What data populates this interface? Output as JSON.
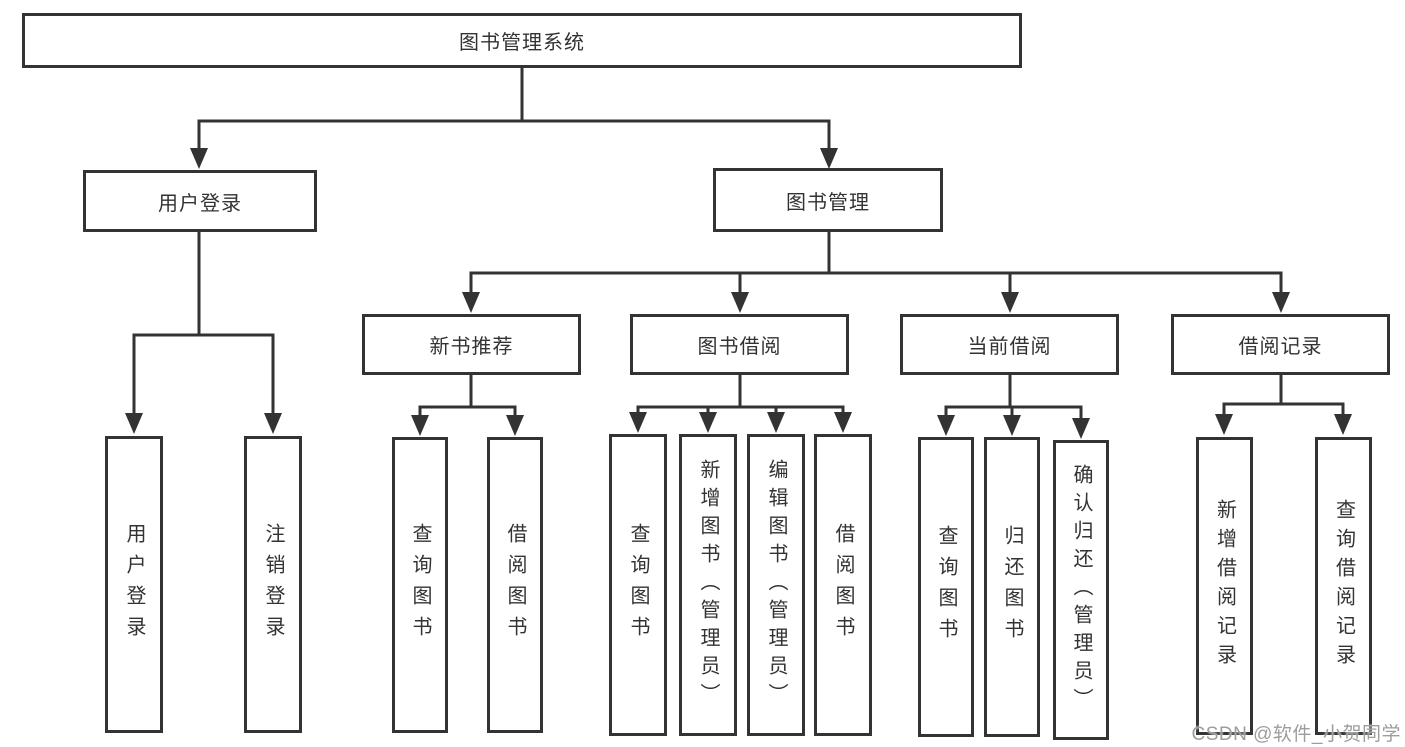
{
  "diagram": {
    "title": "图书管理系统",
    "branches": {
      "login": "用户登录",
      "management": "图书管理"
    },
    "modules": {
      "recommend": "新书推荐",
      "borrow": "图书借阅",
      "current": "当前借阅",
      "records": "借阅记录"
    },
    "leaves": {
      "login_user": "用户登录",
      "login_logout": "注销登录",
      "rec_query": "查询图书",
      "rec_borrow": "借阅图书",
      "bor_query": "查询图书",
      "bor_add": "新增图书（管理员）",
      "bor_edit": "编辑图书（管理员）",
      "bor_borrow": "借阅图书",
      "cur_query": "查询图书",
      "cur_return": "归还图书",
      "cur_confirm": "确认归还（管理员）",
      "hist_add": "新增借阅记录",
      "hist_query": "查询借阅记录"
    }
  },
  "watermark": {
    "text": "CSDN @软件_小贺同学"
  },
  "colors": {
    "line": "#333333",
    "border": "#333333",
    "text": "#333333",
    "watermark": "#9d9d9d",
    "background": "#ffffff"
  }
}
